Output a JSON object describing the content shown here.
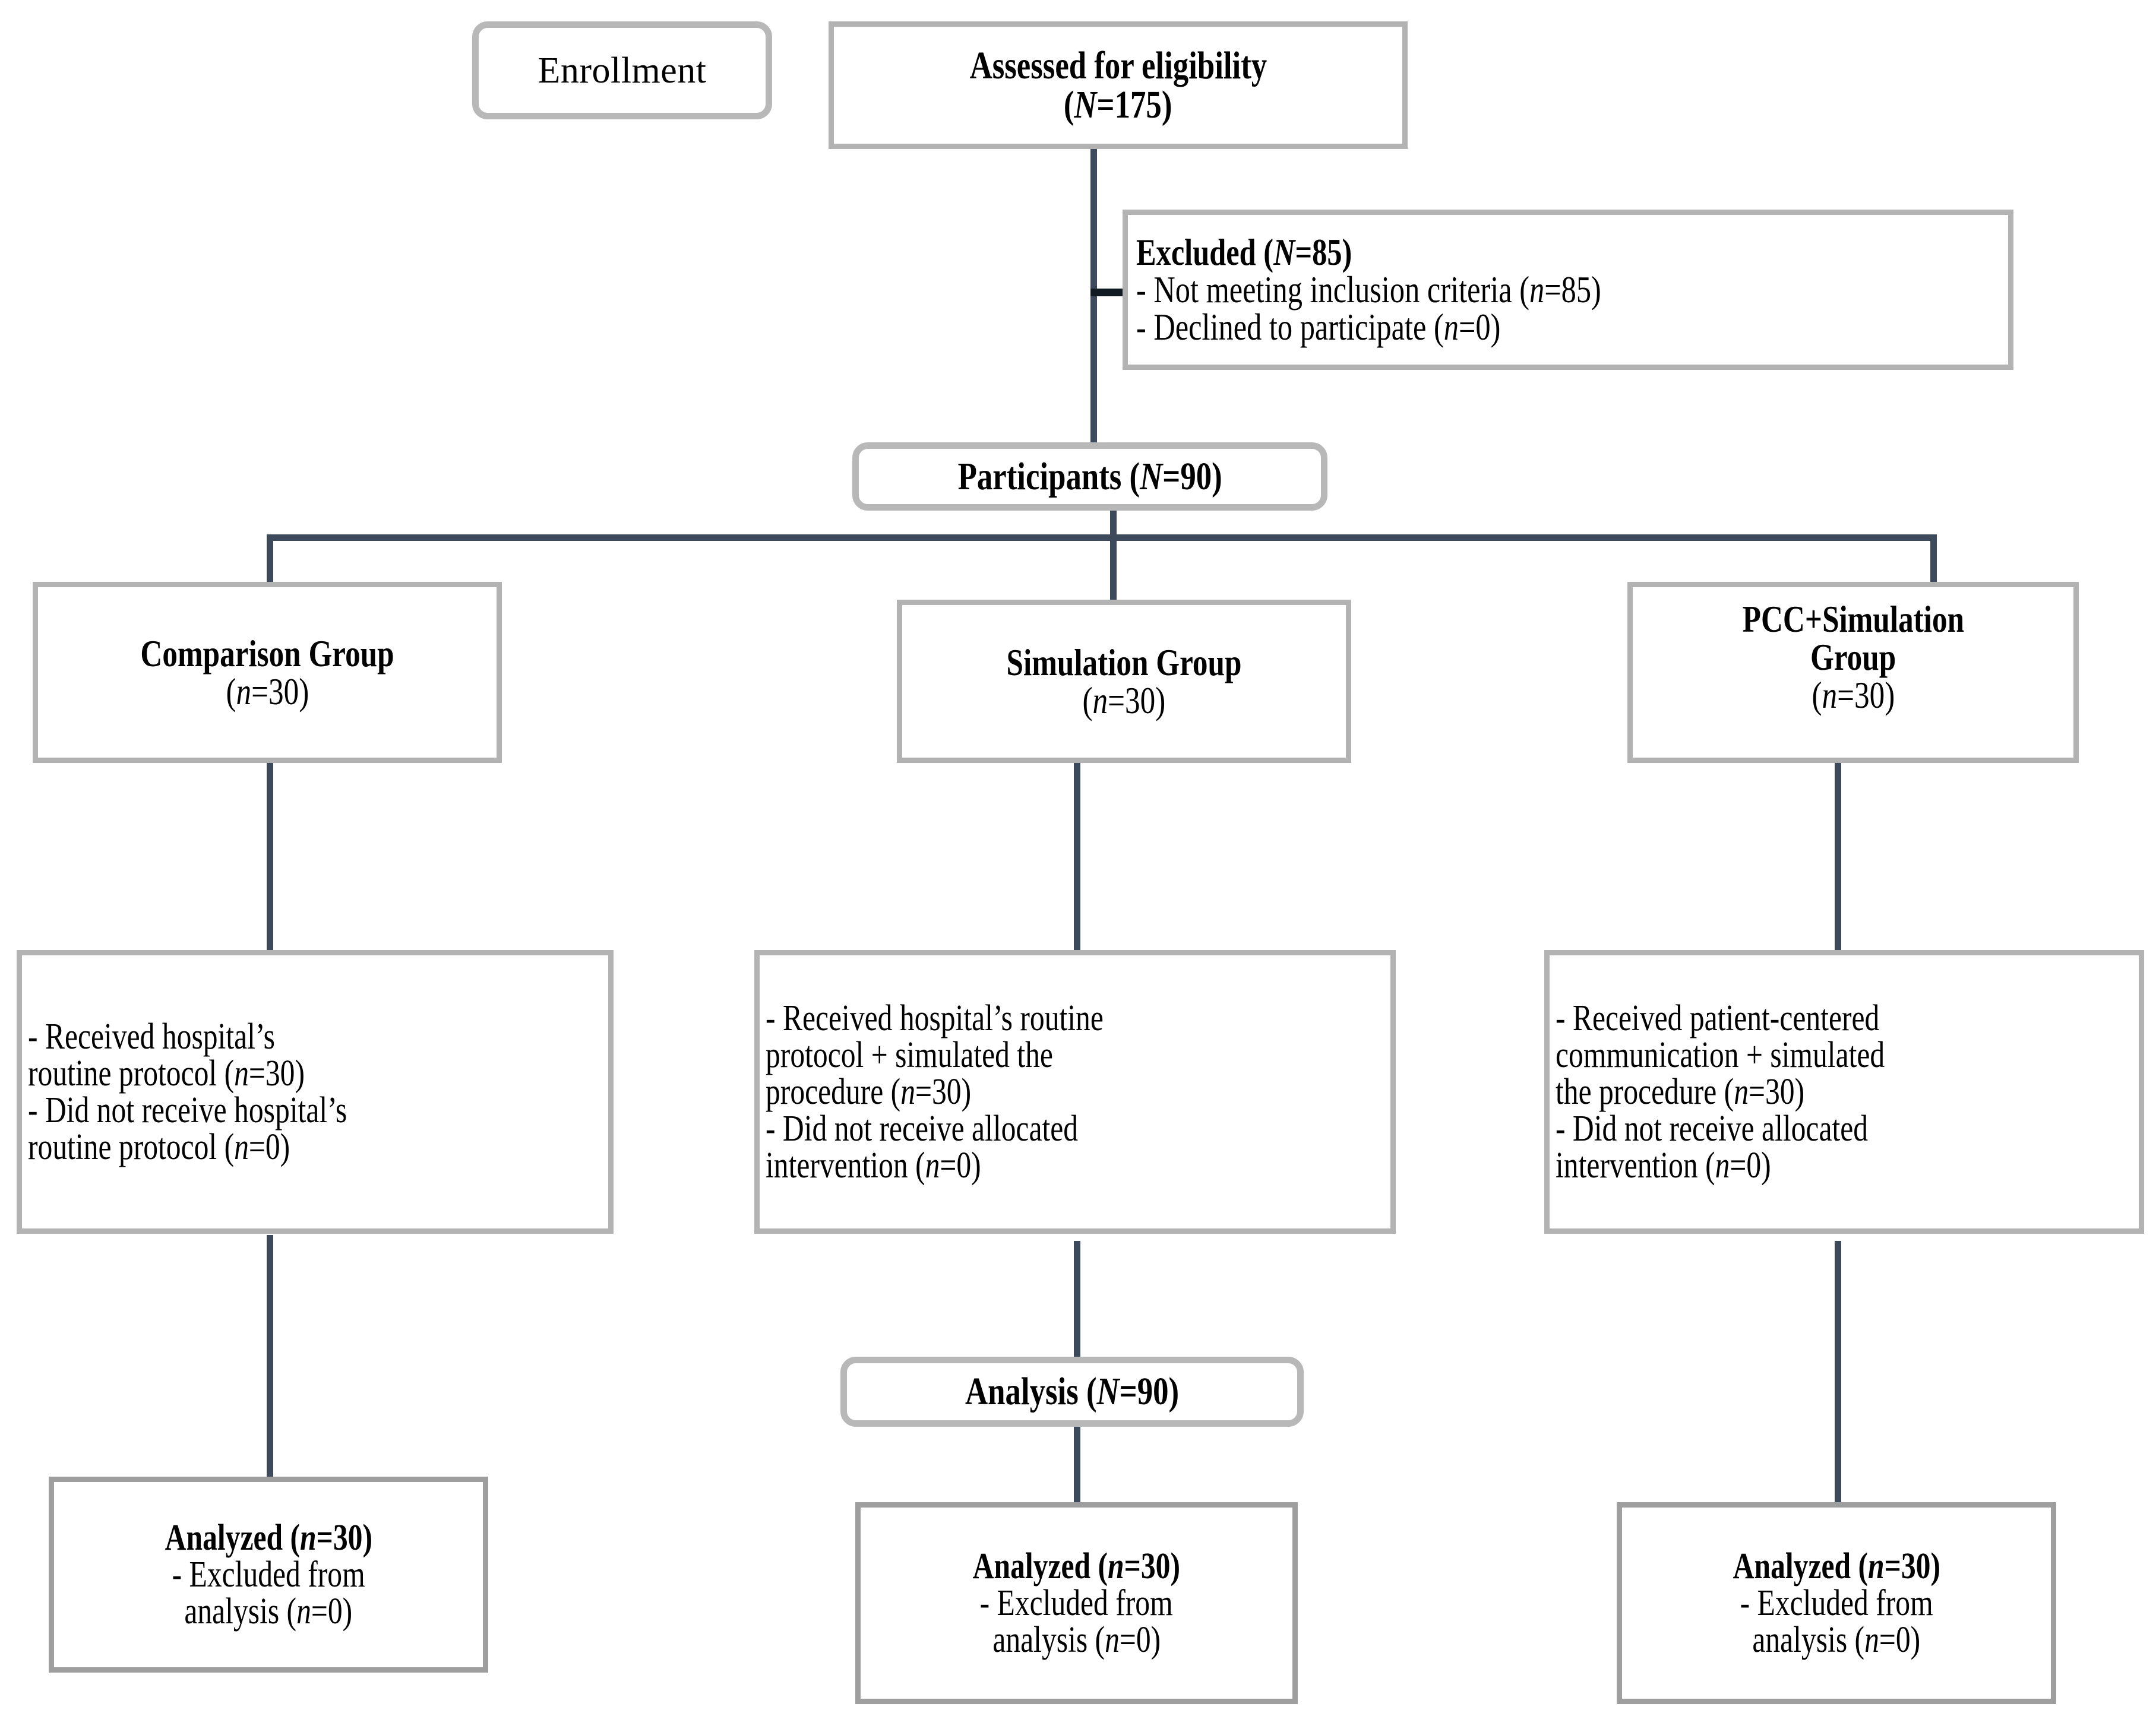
{
  "diagram": {
    "type": "consort-flow",
    "title": "CONSORT participant flow diagram",
    "colors": {
      "connector": "#3d4a5c",
      "box_border": "#b0b0b0",
      "box_border_dark": "#9e9e9e",
      "background": "#ffffff",
      "text": "#000000"
    }
  },
  "stages": {
    "enrollment_label": "Enrollment"
  },
  "nodes": {
    "assessed": {
      "line1": "Assessed for eligibility",
      "line2_open": "(",
      "line2_italic": "N",
      "line2_rest": "=175)"
    },
    "excluded": {
      "heading_text": "Excluded (",
      "heading_italic": "N",
      "heading_rest": "=85)",
      "item1_pre": "- Not meeting inclusion criteria (",
      "item1_italic": "n",
      "item1_post": "=85)",
      "item2_pre": "- Declined to participate (",
      "item2_italic": "n",
      "item2_post": "=0)"
    },
    "participants": {
      "pre": "Participants (",
      "italic": "N",
      "post": "=90)"
    },
    "analysis": {
      "pre": "Analysis (",
      "italic": "N",
      "post": "=90)"
    }
  },
  "groups": [
    {
      "id": "comparison",
      "title_lines": [
        "Comparison Group"
      ],
      "n_pre": "(",
      "n_italic": "n",
      "n_post": "=30)"
    },
    {
      "id": "simulation",
      "title_lines": [
        "Simulation Group"
      ],
      "n_pre": "(",
      "n_italic": "n",
      "n_post": "=30)"
    },
    {
      "id": "pcc_simulation",
      "title_lines": [
        "PCC+Simulation",
        "Group"
      ],
      "n_pre": "(",
      "n_italic": "n",
      "n_post": "=30)"
    }
  ],
  "interventions": [
    {
      "id": "comparison-intervention",
      "lines": [
        [
          {
            "t": "- Received hospital’s"
          }
        ],
        [
          {
            "t": "routine protocol  ("
          },
          {
            "t": "n",
            "i": true
          },
          {
            "t": "=30)"
          }
        ],
        [
          {
            "t": "- Did not receive hospital’s"
          }
        ],
        [
          {
            "t": "routine protocol ("
          },
          {
            "t": "n",
            "i": true
          },
          {
            "t": "=0)"
          }
        ]
      ]
    },
    {
      "id": "simulation-intervention",
      "lines": [
        [
          {
            "t": "- Received hospital’s routine"
          }
        ],
        [
          {
            "t": "protocol + simulated the"
          }
        ],
        [
          {
            "t": "procedure ("
          },
          {
            "t": "n",
            "i": true
          },
          {
            "t": "=30)"
          }
        ],
        [
          {
            "t": "- Did not receive allocated"
          }
        ],
        [
          {
            "t": "intervention  ("
          },
          {
            "t": "n",
            "i": true
          },
          {
            "t": "=0)"
          }
        ]
      ]
    },
    {
      "id": "pcc-simulation-intervention",
      "lines": [
        [
          {
            "t": "- Received patient-centered"
          }
        ],
        [
          {
            "t": "communication + simulated"
          }
        ],
        [
          {
            "t": "the procedure ("
          },
          {
            "t": "n",
            "i": true
          },
          {
            "t": "=30)"
          }
        ],
        [
          {
            "t": "- Did not receive allocated"
          }
        ],
        [
          {
            "t": "intervention  ("
          },
          {
            "t": "n",
            "i": true
          },
          {
            "t": "=0)"
          }
        ]
      ]
    }
  ],
  "analyzed": [
    {
      "id": "comparison-analyzed",
      "heading_pre": "Analyzed (",
      "heading_italic": "n",
      "heading_post": "=30)",
      "line2": "- Excluded from",
      "line3_pre": "analysis (",
      "line3_italic": "n",
      "line3_post": "=0)"
    },
    {
      "id": "simulation-analyzed",
      "heading_pre": "Analyzed (",
      "heading_italic": "n",
      "heading_post": "=30)",
      "line2": "- Excluded from",
      "line3_pre": "analysis (",
      "line3_italic": "n",
      "line3_post": "=0)"
    },
    {
      "id": "pcc-simulation-analyzed",
      "heading_pre": "Analyzed (",
      "heading_italic": "n",
      "heading_post": "=30)",
      "line2": "- Excluded from",
      "line3_pre": "analysis (",
      "line3_italic": "n",
      "line3_post": "=0)"
    }
  ]
}
